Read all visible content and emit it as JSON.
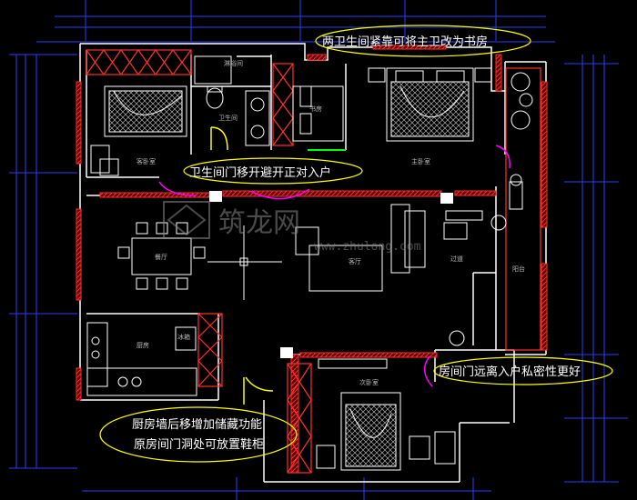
{
  "annotations": {
    "two_bath": "两卫生间紧靠可将主卫改为书房",
    "bath_door": "卫生间门移开避开正对入户",
    "room_door": "房间门远离入户私密性更好",
    "kitchen_line1": "厨房墙后移增加储藏功能",
    "kitchen_line2": "原房间门洞处可放置鞋柜"
  },
  "rooms": {
    "shower": "淋浴间",
    "bathroom": "卫生间",
    "study": "书房",
    "master_bedroom": "主卧室",
    "guest_bedroom": "客卧室",
    "dining": "餐厅",
    "living": "客厅",
    "kitchen": "厨房",
    "fridge": "冰箱",
    "balcony": "阳台",
    "second_bedroom": "次卧室",
    "hall": "过道"
  },
  "watermark": {
    "brand": "筑龙网",
    "url": "www.zhulong.com"
  },
  "colors": {
    "background": "#000000",
    "wall": "#ffffff",
    "wall_hatch": "#ff2020",
    "cabinet": "#ff3030",
    "furniture": "#ffffff",
    "dimension": "#2b3cff",
    "door_arc": "#ff00ff",
    "door_swing": "#ffff00",
    "annotation_bubble": "#ffff00",
    "window_line": "#00ff00"
  }
}
